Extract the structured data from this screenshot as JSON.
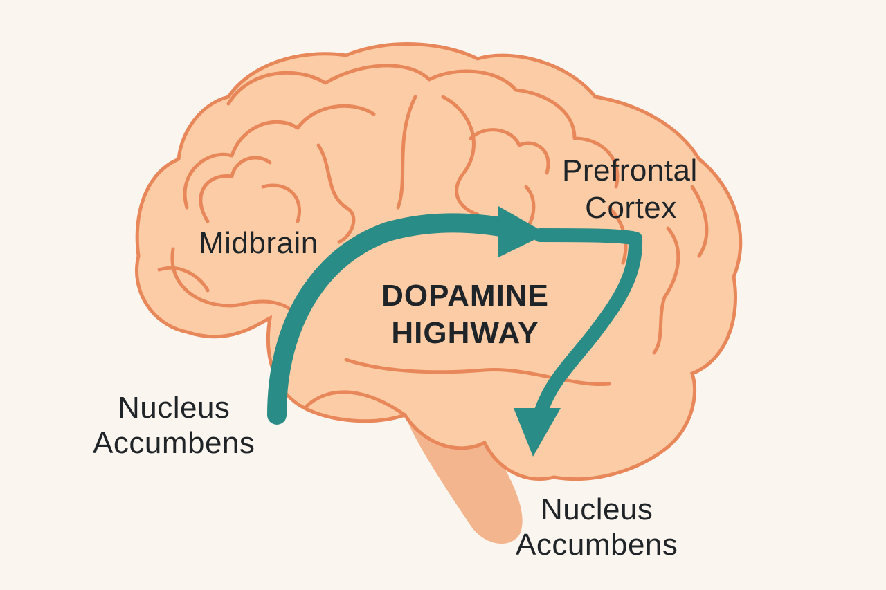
{
  "colors": {
    "background": "#faf5ee",
    "brain_fill": "#fbcca5",
    "brain_outline": "#e8875a",
    "brainstem_fill": "#f3b58d",
    "pathway_arrow": "#2a8c86",
    "text": "#1f2428"
  },
  "diagram": {
    "title_line1": "DOPAMINE",
    "title_line2": "HIGHWAY",
    "labels": {
      "midbrain": "Midbrain",
      "prefrontal_line1": "Prefrontal",
      "prefrontal_line2": "Cortex",
      "nucleus_left_line1": "Nucleus",
      "nucleus_left_line2": "Accumbens",
      "nucleus_bottom_line1": "Nucleus",
      "nucleus_bottom_line2": "Accumbens"
    },
    "icons": {
      "brain": "brain-illustration",
      "arrow": "curved-arrow"
    }
  }
}
